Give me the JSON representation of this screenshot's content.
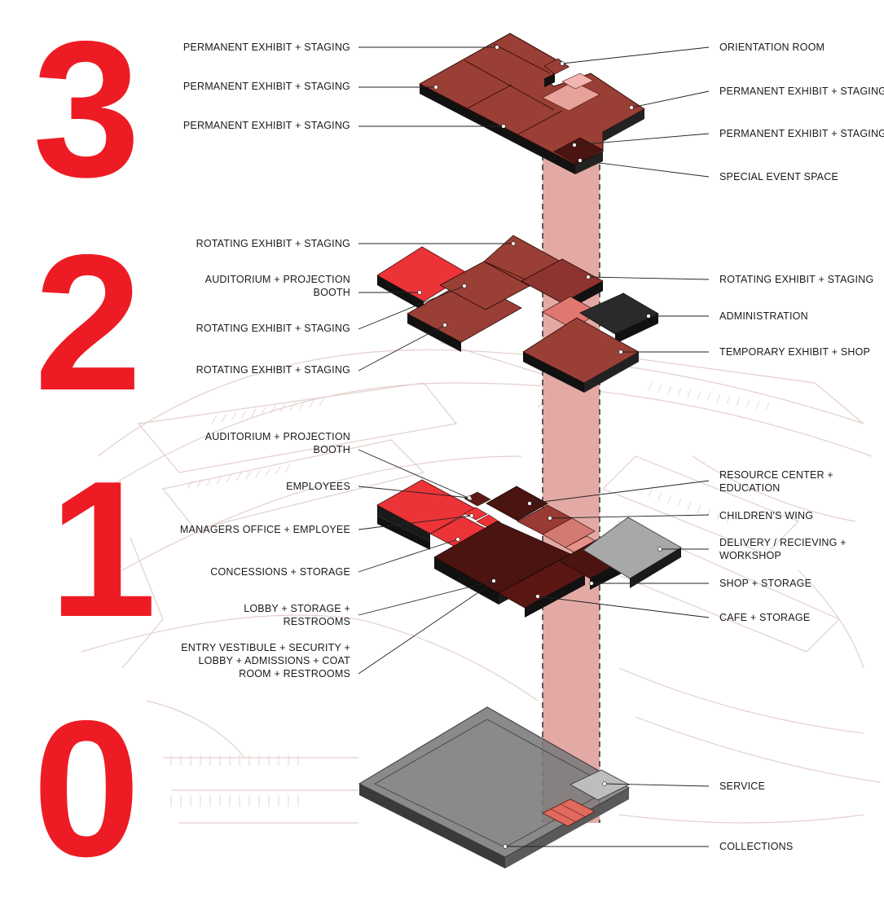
{
  "colors": {
    "accent_red": "#ed1c24",
    "exhibit_brown": "#9a3f35",
    "dark_maroon": "#4a1210",
    "light_pink": "#e8a29c",
    "gray_slab": "#8e8e8e",
    "admin_black": "#2a2a2a",
    "delivery_gray": "#a6a6a6"
  },
  "floors": [
    {
      "number": "3"
    },
    {
      "number": "2"
    },
    {
      "number": "1"
    },
    {
      "number": "0"
    }
  ],
  "labels": {
    "f3_left": [
      {
        "lines": [
          "PERMANENT EXHIBIT + STAGING"
        ]
      },
      {
        "lines": [
          "PERMANENT EXHIBIT + STAGING"
        ]
      },
      {
        "lines": [
          "PERMANENT EXHIBIT + STAGING"
        ]
      }
    ],
    "f3_right": [
      {
        "lines": [
          "ORIENTATION ROOM"
        ]
      },
      {
        "lines": [
          "PERMANENT EXHIBIT + STAGING"
        ]
      },
      {
        "lines": [
          "PERMANENT EXHIBIT + STAGING"
        ]
      },
      {
        "lines": [
          "SPECIAL EVENT SPACE"
        ]
      }
    ],
    "f2_left": [
      {
        "lines": [
          "ROTATING EXHIBIT + STAGING"
        ]
      },
      {
        "lines": [
          "AUDITORIUM + PROJECTION",
          "BOOTH"
        ]
      },
      {
        "lines": [
          "ROTATING EXHIBIT + STAGING"
        ]
      },
      {
        "lines": [
          "ROTATING EXHIBIT + STAGING"
        ]
      }
    ],
    "f2_right": [
      {
        "lines": [
          "ROTATING EXHIBIT + STAGING"
        ]
      },
      {
        "lines": [
          "ADMINISTRATION"
        ]
      },
      {
        "lines": [
          "TEMPORARY EXHIBIT + SHOP"
        ]
      }
    ],
    "f1_left": [
      {
        "lines": [
          "AUDITORIUM + PROJECTION",
          "BOOTH"
        ]
      },
      {
        "lines": [
          "EMPLOYEES"
        ]
      },
      {
        "lines": [
          "MANAGERS OFFICE + EMPLOYEE"
        ]
      },
      {
        "lines": [
          "CONCESSIONS + STORAGE"
        ]
      },
      {
        "lines": [
          "LOBBY + STORAGE +",
          "RESTROOMS"
        ]
      },
      {
        "lines": [
          "ENTRY VESTIBULE + SECURITY +",
          "LOBBY + ADMISSIONS + COAT",
          "ROOM + RESTROOMS"
        ]
      }
    ],
    "f1_right": [
      {
        "lines": [
          "RESOURCE CENTER +",
          "EDUCATION"
        ]
      },
      {
        "lines": [
          "CHILDREN'S WING"
        ]
      },
      {
        "lines": [
          "DELIVERY / RECIEVING +",
          "WORKSHOP"
        ]
      },
      {
        "lines": [
          "SHOP + STORAGE"
        ]
      },
      {
        "lines": [
          "CAFE + STORAGE"
        ]
      }
    ],
    "f0_right": [
      {
        "lines": [
          "SERVICE"
        ]
      },
      {
        "lines": [
          "COLLECTIONS"
        ]
      }
    ]
  }
}
